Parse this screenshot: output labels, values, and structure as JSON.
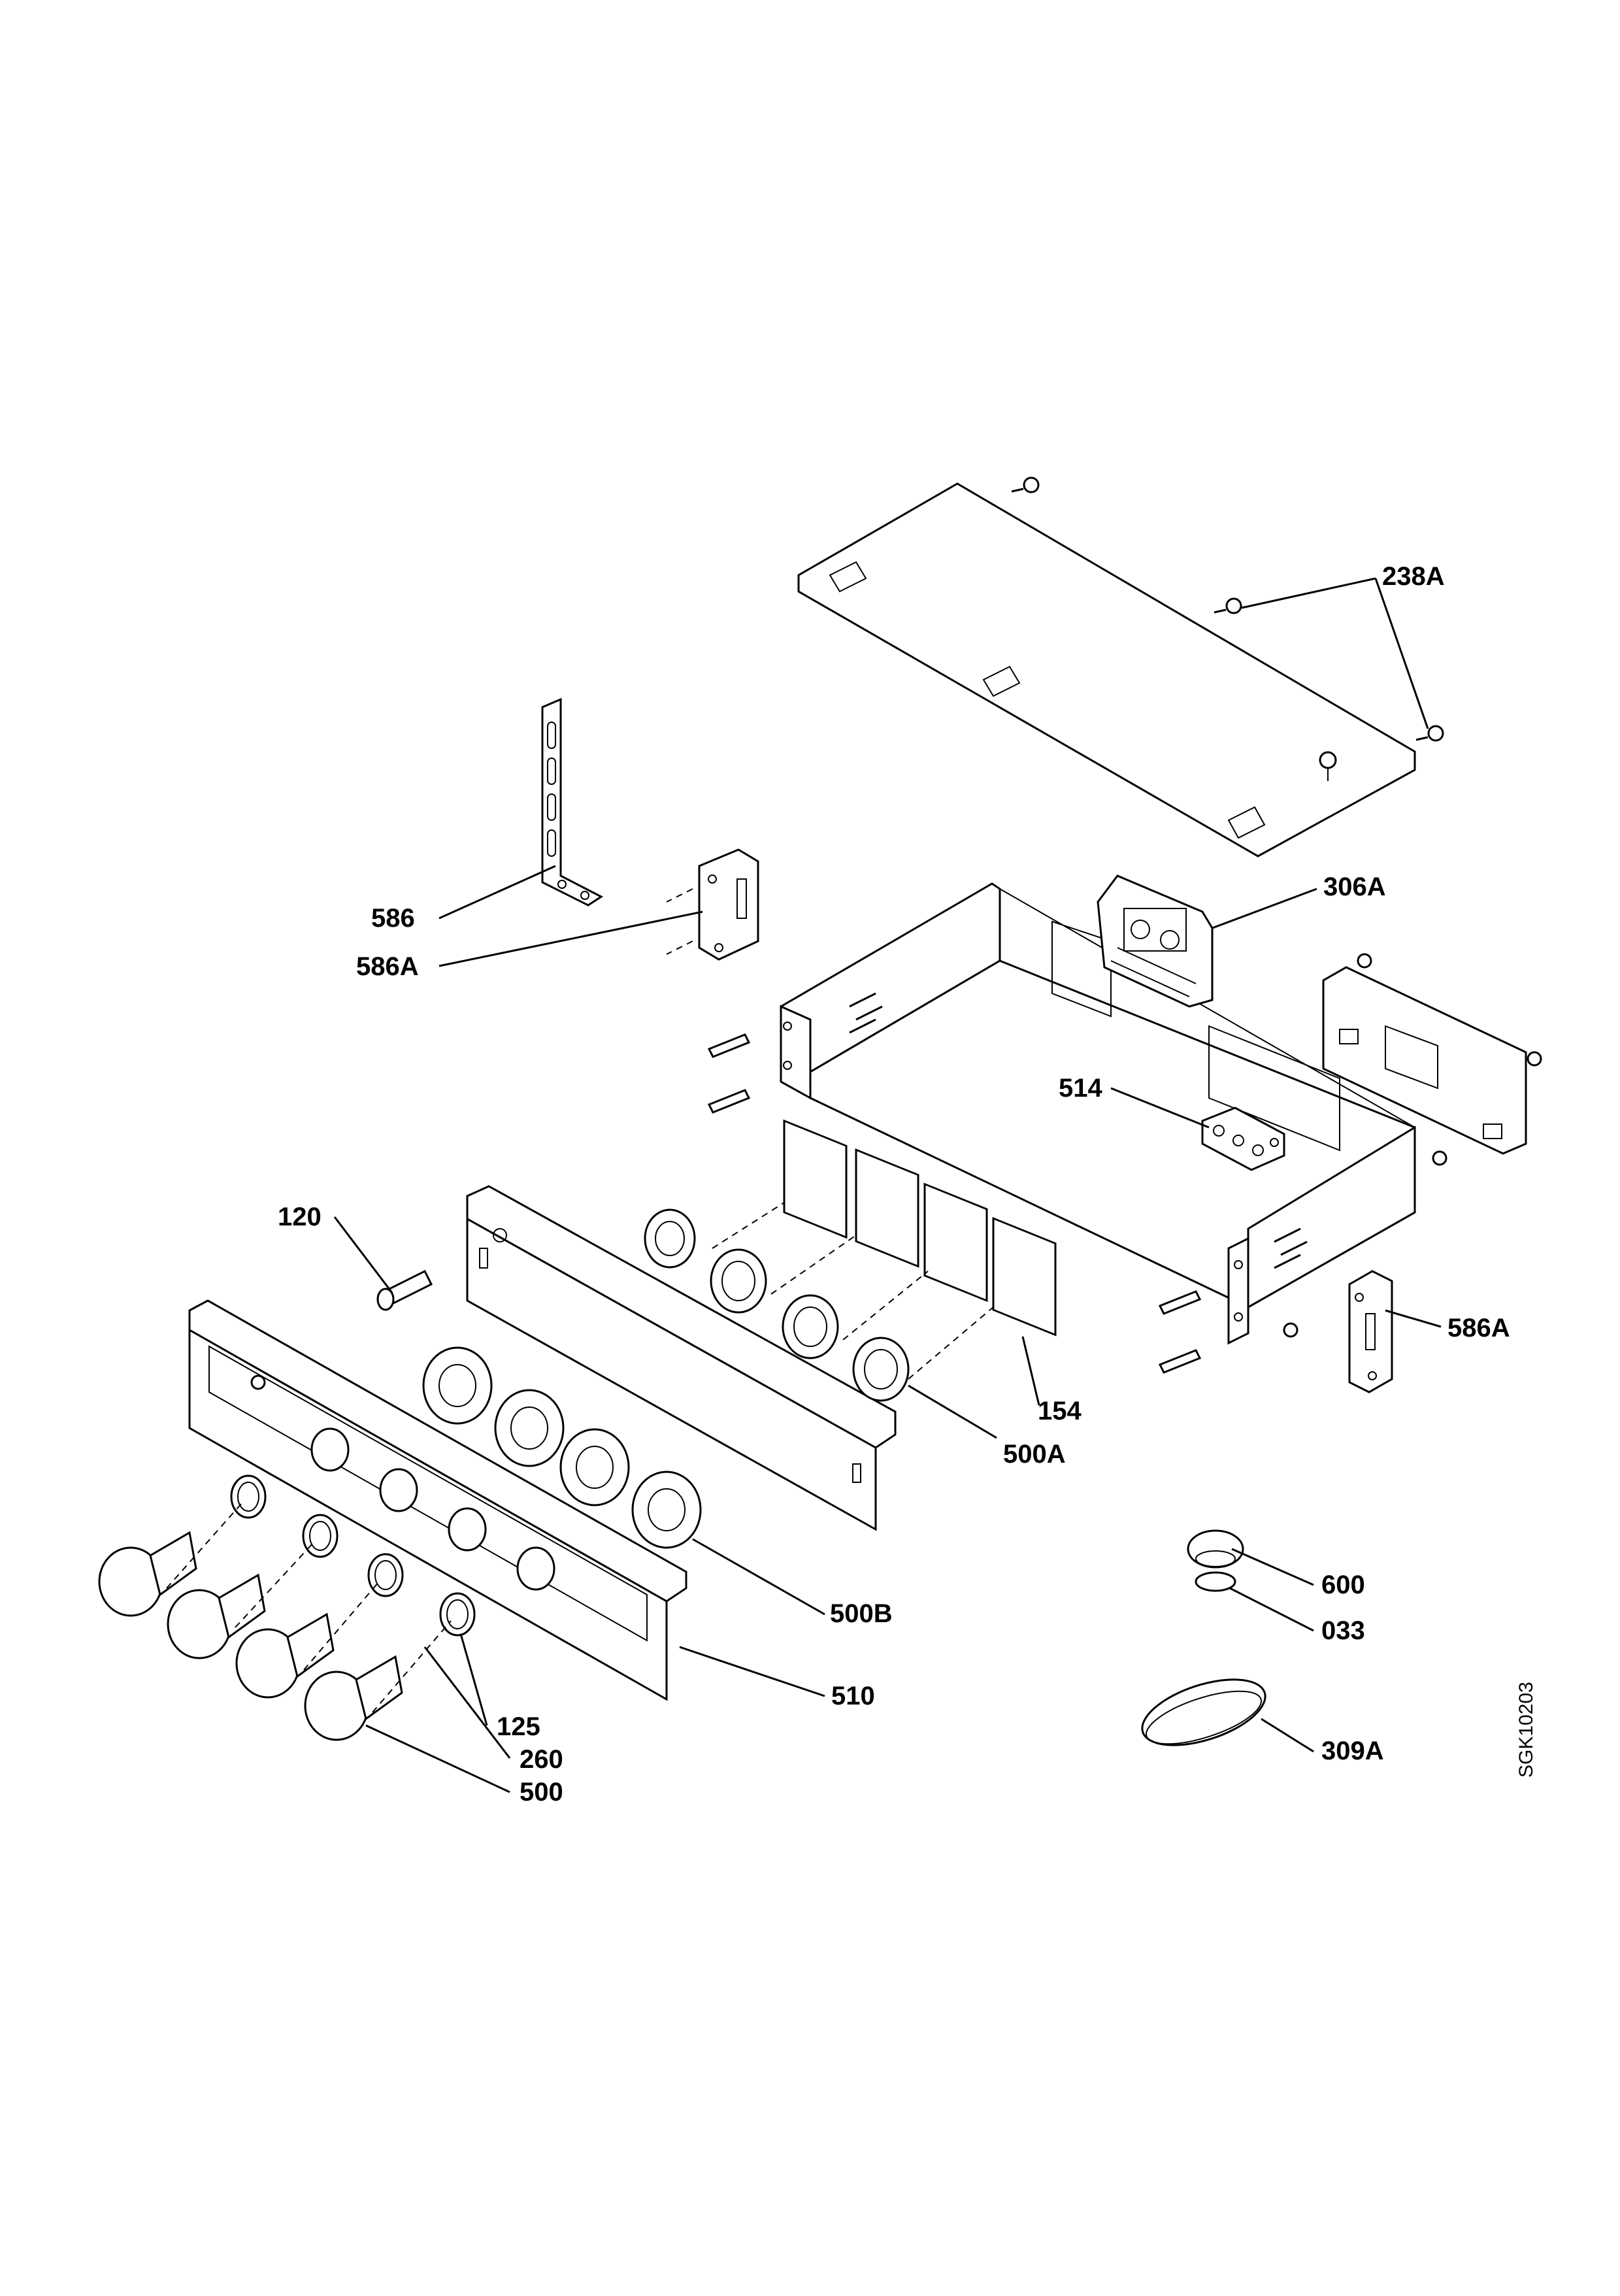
{
  "diagram": {
    "drawing_code": "SGK10203",
    "callouts": [
      {
        "id": "238A",
        "label": "238A"
      },
      {
        "id": "306A",
        "label": "306A"
      },
      {
        "id": "586",
        "label": "586"
      },
      {
        "id": "586A-left",
        "label": "586A"
      },
      {
        "id": "514",
        "label": "514"
      },
      {
        "id": "120",
        "label": "120"
      },
      {
        "id": "154",
        "label": "154"
      },
      {
        "id": "500A",
        "label": "500A"
      },
      {
        "id": "586A-right",
        "label": "586A"
      },
      {
        "id": "600",
        "label": "600"
      },
      {
        "id": "033",
        "label": "033"
      },
      {
        "id": "500B",
        "label": "500B"
      },
      {
        "id": "510",
        "label": "510"
      },
      {
        "id": "125",
        "label": "125"
      },
      {
        "id": "260",
        "label": "260"
      },
      {
        "id": "500",
        "label": "500"
      },
      {
        "id": "309A",
        "label": "309A"
      }
    ]
  }
}
